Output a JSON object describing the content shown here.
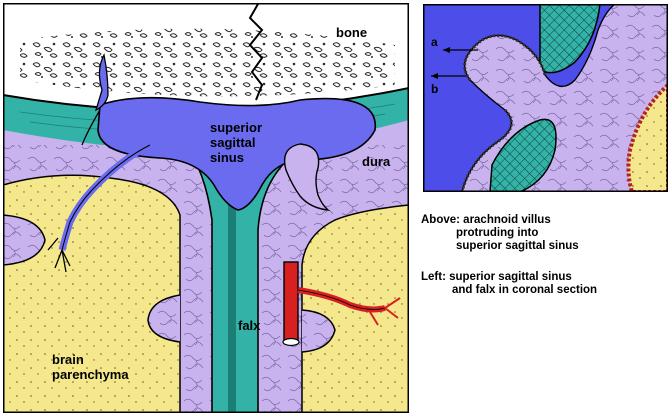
{
  "labels": {
    "bone": "bone",
    "sinus_l1": "superior",
    "sinus_l2": "sagittal",
    "sinus_l3": "sinus",
    "dura": "dura",
    "falx": "falx",
    "brain_l1": "brain",
    "brain_l2": "parenchyma",
    "arrow_a": "a",
    "arrow_b": "b"
  },
  "captions": {
    "above_1": "Above: arachnoid villus",
    "above_2": "protruding into",
    "above_3": "superior sagittal sinus",
    "left_1": "Left: superior sagittal sinus",
    "left_2": "and falx in coronal section"
  },
  "colors": {
    "bone": "#ffffff",
    "dura": "#33b3a8",
    "sinus": "#6b6bf0",
    "arachnoid": "#c9b3ee",
    "brain": "#f5e88c",
    "vessel": "#d92020",
    "sky": "#4d4dea"
  }
}
